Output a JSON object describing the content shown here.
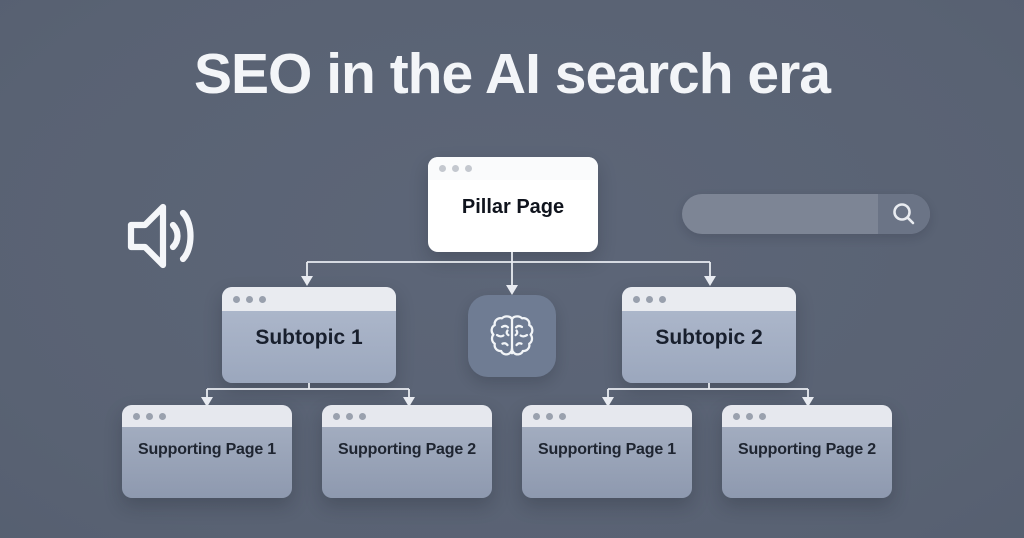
{
  "title": "SEO in the AI search era",
  "hierarchy": {
    "pillar": {
      "label": "Pillar Page"
    },
    "subtopics": [
      {
        "label": "Subtopic 1"
      },
      {
        "label": "Subtopic 2"
      }
    ],
    "supporting": [
      {
        "label": "Supporting Page 1"
      },
      {
        "label": "Supporting Page 2"
      },
      {
        "label": "Supporting Page 1"
      },
      {
        "label": "Supporting Page 2"
      }
    ]
  },
  "search": {
    "value": "",
    "placeholder": ""
  },
  "icons": {
    "speaker": "speaker-volume-icon",
    "brain": "brain-icon",
    "search": "magnifier-icon",
    "window_dots": "window-dots-icon"
  },
  "colors": {
    "background": "#596273",
    "pillar_box": "#ffffff",
    "subtopic_box": "#a7b1c5",
    "supporting_box": "#9da8bc",
    "titlebar": "#e9ebf0",
    "connector": "#e8ebf1",
    "brain_tile": "#6f7c93",
    "search_bar": "#7d8595",
    "search_button": "#6b7486",
    "title_text": "#f3f5f8"
  }
}
